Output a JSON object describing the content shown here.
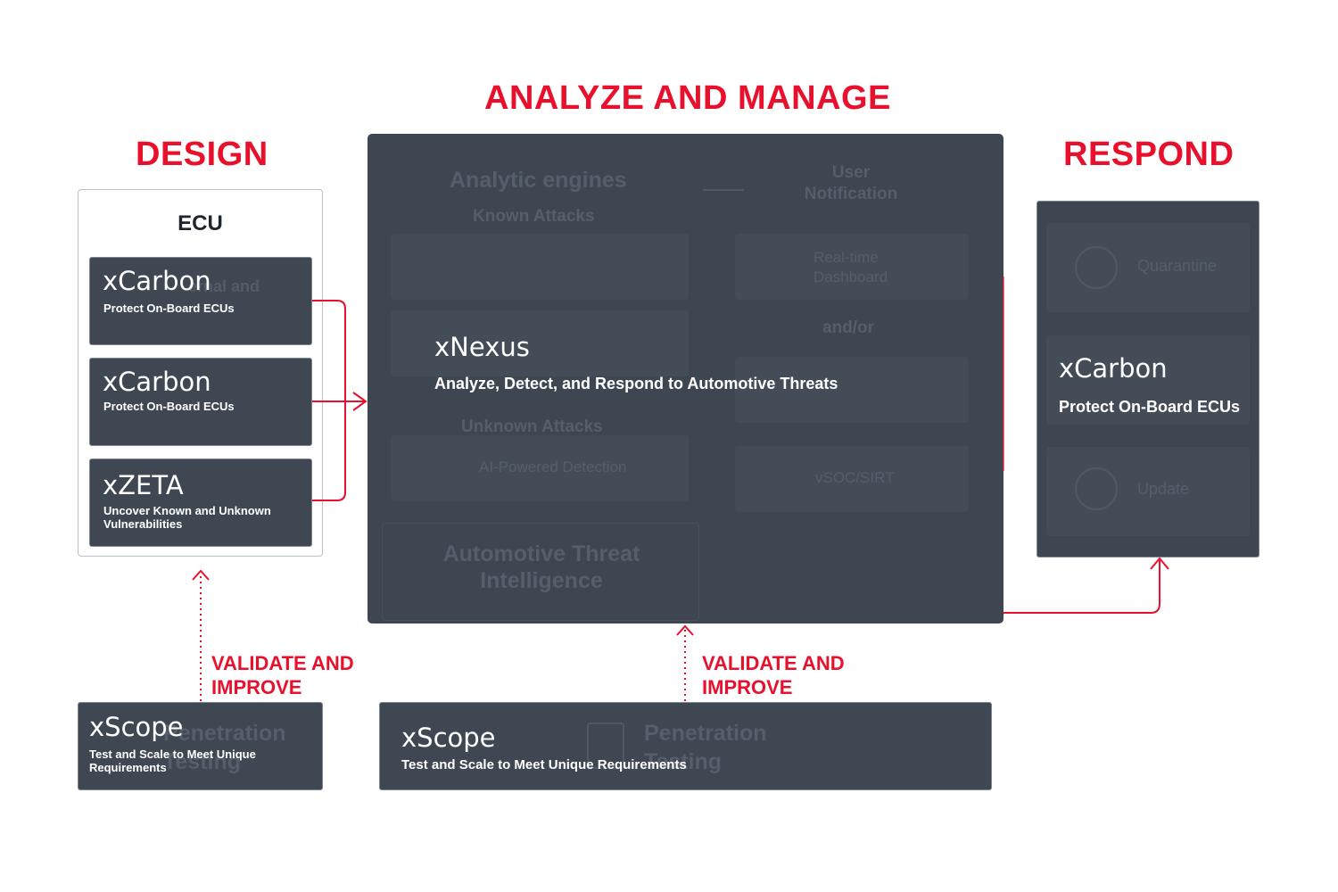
{
  "headings": {
    "design": "DESIGN",
    "analyze": "ANALYZE AND MANAGE",
    "respond": "RESPOND"
  },
  "ecu": {
    "title": "ECU",
    "cards": [
      {
        "title": "xCarbon",
        "subtitle": "Protect On-Board ECUs"
      },
      {
        "title": "xCarbon",
        "subtitle": "Protect On-Board ECUs"
      },
      {
        "title": "xZETA",
        "subtitle": "Uncover  Known and Unknown Vulnerabilities"
      }
    ]
  },
  "xnexus": {
    "title": "xNexus",
    "subtitle": "Analyze, Detect, and Respond to Automotive Threats",
    "background": {
      "analytic_engines": "Analytic engines",
      "known_attacks": "Known Attacks",
      "user_notification": "User Notification",
      "realtime_dashboard": "Real-time Dashboard",
      "and_or": "and/or",
      "unknown_attacks": "Unknown Attacks",
      "ai_detection": "AI-Powered Detection",
      "vsoc": "vSOC/SIRT",
      "threat_intel": "Automotive Threat Intelligence"
    }
  },
  "respond_card": {
    "title": "xCarbon",
    "subtitle": "Protect On-Board ECUs",
    "background": {
      "quarantine": "Quarantine",
      "update": "Update"
    }
  },
  "validate_labels": [
    {
      "line1": "VALIDATE AND",
      "line2": "IMPROVE"
    },
    {
      "line1": "VALIDATE AND",
      "line2": "IMPROVE"
    }
  ],
  "xscope_small": {
    "title": "xScope",
    "subtitle": "Test and Scale to Meet Unique Requirements",
    "background": "Penetration Testing"
  },
  "xscope_wide": {
    "title": "xScope",
    "subtitle": "Test and Scale to Meet Unique Requirements",
    "background": "Penetration Testing"
  },
  "colors": {
    "accent": "#e8112d",
    "panel": "#3e4651",
    "card": "#3f4753"
  }
}
